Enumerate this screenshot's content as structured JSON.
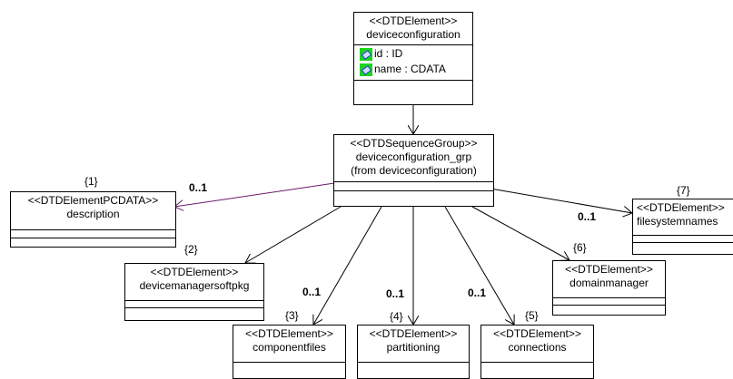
{
  "root": {
    "stereotype": "<<DTDElement>>",
    "name": "deviceconfiguration",
    "attributes": [
      {
        "text": "id : ID",
        "icon": "attribute-key-icon"
      },
      {
        "text": "name : CDATA",
        "icon": "attribute-key-icon"
      }
    ]
  },
  "group": {
    "stereotype": "<<DTDSequenceGroup>>",
    "name": "deviceconfiguration_grp",
    "from": "(from deviceconfiguration)"
  },
  "children": {
    "description": {
      "order": "{1}",
      "stereotype": "<<DTDElementPCDATA>>",
      "name": "description",
      "multiplicity": "0..1"
    },
    "devicemanagersoftpkg": {
      "order": "{2}",
      "stereotype": "<<DTDElement>>",
      "name": "devicemanagersoftpkg",
      "multiplicity": ""
    },
    "componentfiles": {
      "order": "{3}",
      "stereotype": "<<DTDElement>>",
      "name": "componentfiles",
      "multiplicity": "0..1"
    },
    "partitioning": {
      "order": "{4}",
      "stereotype": "<<DTDElement>>",
      "name": "partitioning",
      "multiplicity": "0..1"
    },
    "connections": {
      "order": "{5}",
      "stereotype": "<<DTDElement>>",
      "name": "connections",
      "multiplicity": "0..1"
    },
    "domainmanager": {
      "order": "{6}",
      "stereotype": "<<DTDElement>>",
      "name": "domainmanager",
      "multiplicity": ""
    },
    "filesystemnames": {
      "order": "{7}",
      "stereotype": "<<DTDElement>>",
      "name": "filesystemnames",
      "multiplicity": "0..1"
    }
  },
  "colors": {
    "line": "#000000",
    "description_link": "#6a1a6a",
    "key_fill": "#19d619"
  }
}
